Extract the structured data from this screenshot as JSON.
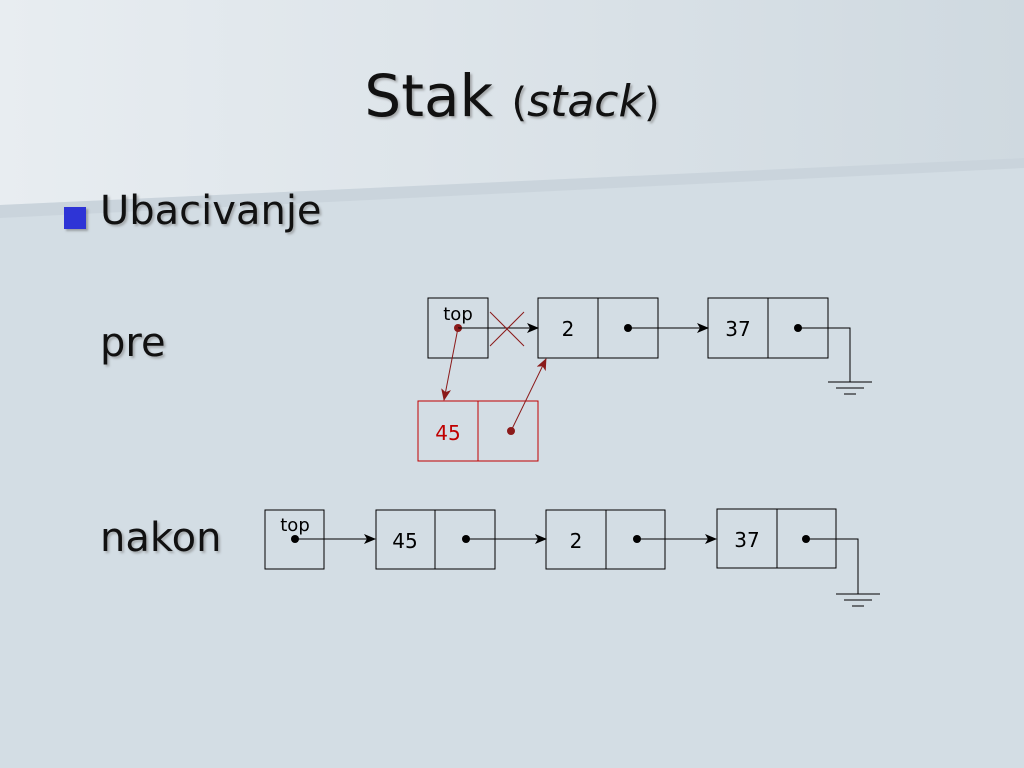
{
  "slide": {
    "title_main": "Stak",
    "title_paren_open": "(",
    "title_italic": "stack",
    "title_paren_close": ")",
    "bullet": "Ubacivanje",
    "label_pre": "pre",
    "label_nakon": "nakon"
  },
  "pre": {
    "top_label": "top",
    "nodes": [
      "2",
      "37"
    ],
    "new_node": "45"
  },
  "nakon": {
    "top_label": "top",
    "nodes": [
      "45",
      "2",
      "37"
    ]
  },
  "colors": {
    "background": "#d3dde4",
    "bullet": "#2e34d6",
    "new_node": "#c00000",
    "new_arrow": "#8b1a1a"
  }
}
